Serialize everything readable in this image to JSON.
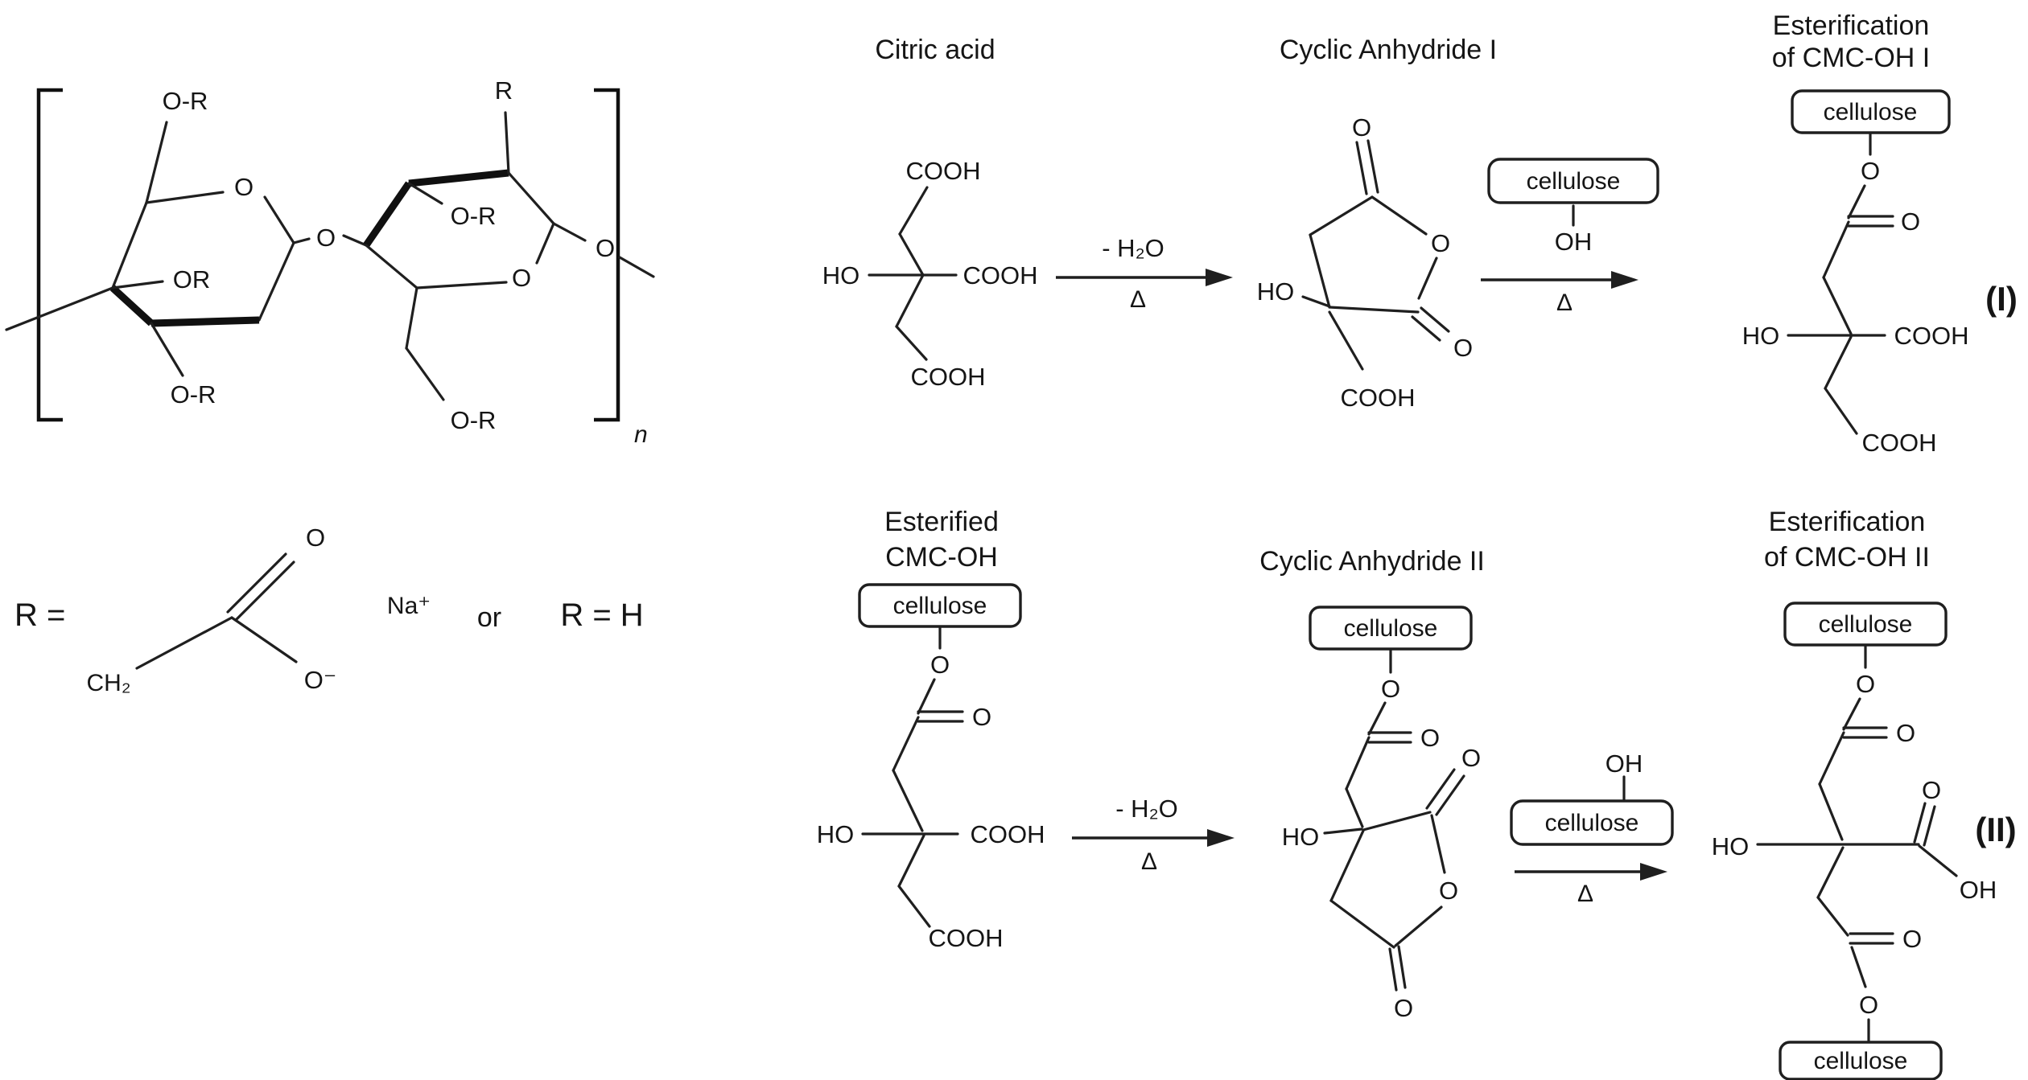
{
  "polymer": {
    "labels": {
      "or_top": "O-R",
      "r_top": "R",
      "ring1_oxygen": "O",
      "glycosidic_oxygen": "O",
      "or_inner": "OR",
      "or_mid_right": "O-R",
      "ring2_oxygen": "O",
      "chain_oxygen": "O",
      "or_bottom_left": "O-R",
      "or_bottom_right": "O-R",
      "repeat_subscript": "n"
    },
    "r_group": {
      "r_equals": "R =",
      "ch2": "CH₂",
      "carbonyl_oxygen": "O",
      "carboxylate_oxygen": "O⁻",
      "sodium": "Na⁺",
      "or_word": "or",
      "r_equals_h": "R = H"
    }
  },
  "reaction_i": {
    "id": "(I)",
    "citric_acid": {
      "title": "Citric acid",
      "cooh_top": "COOH",
      "ho": "HO",
      "cooh_right": "COOH",
      "cooh_bottom": "COOH"
    },
    "dehydration_arrow": {
      "top": "- H₂O",
      "bottom": "Δ"
    },
    "anhydride": {
      "title": "Cyclic Anhydride I",
      "carbonyl_top_oxygen": "O",
      "ring_oxygen": "O",
      "carbonyl_bottom_oxygen": "O",
      "ho": "HO",
      "cooh": "COOH"
    },
    "ester_arrow": {
      "cellulose": "cellulose",
      "oh": "OH",
      "bottom": "Δ"
    },
    "ester": {
      "title_line1": "Esterification",
      "title_line2": "of CMC-OH I",
      "cellulose": "cellulose",
      "ester_oxygen": "O",
      "carbonyl_oxygen": "O",
      "ho": "HO",
      "cooh_right": "COOH",
      "cooh_bottom": "COOH"
    }
  },
  "reaction_ii": {
    "id": "(II)",
    "esterified_cmc": {
      "title_line1": "Esterified",
      "title_line2": "CMC-OH",
      "cellulose": "cellulose",
      "ester_oxygen": "O",
      "carbonyl_oxygen": "O",
      "ho": "HO",
      "cooh_right": "COOH",
      "cooh_bottom": "COOH"
    },
    "dehydration_arrow": {
      "top": "- H₂O",
      "bottom": "Δ"
    },
    "anhydride": {
      "title": "Cyclic Anhydride II",
      "cellulose": "cellulose",
      "ester_oxygen": "O",
      "carbonyl_oxygen": "O",
      "ho": "HO",
      "ring_carbonyl_top_oxygen": "O",
      "ring_oxygen": "O",
      "ring_carbonyl_bottom_oxygen": "O"
    },
    "ester_arrow": {
      "oh": "OH",
      "cellulose": "cellulose",
      "bottom": "Δ"
    },
    "ester": {
      "title_line1": "Esterification",
      "title_line2": "of CMC-OH II",
      "cellulose_top": "cellulose",
      "ester_oxygen_top": "O",
      "carbonyl_oxygen_top": "O",
      "ho": "HO",
      "acid_carbonyl_oxygen": "O",
      "acid_oh": "OH",
      "carbonyl_oxygen_bottom": "O",
      "ester_oxygen_bottom": "O",
      "cellulose_bottom": "cellulose"
    }
  }
}
